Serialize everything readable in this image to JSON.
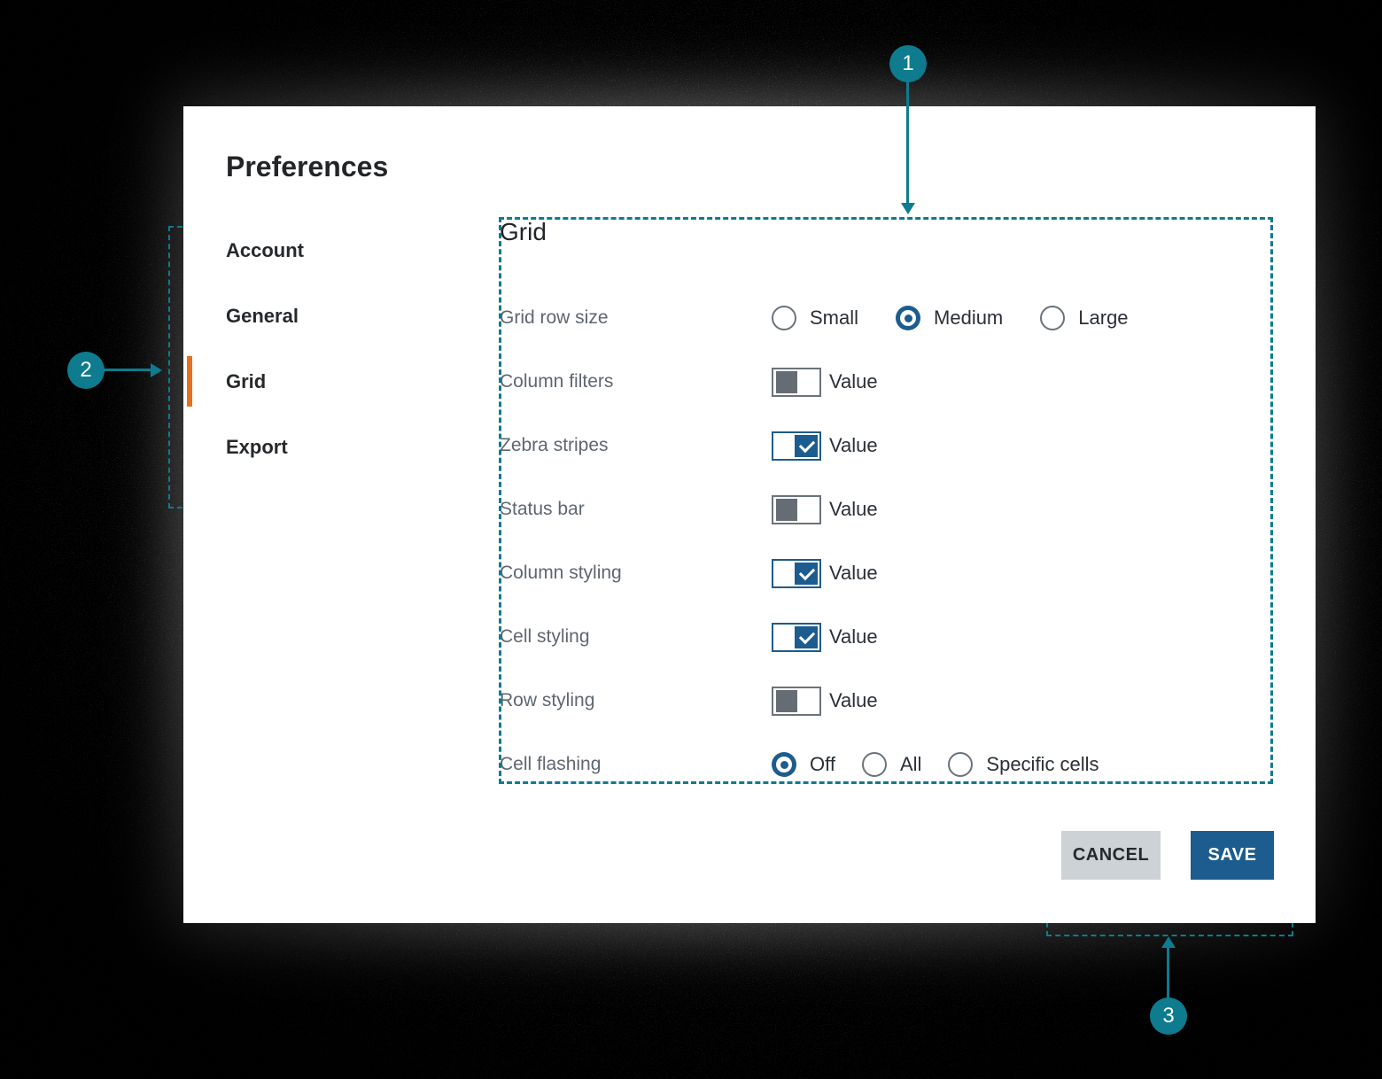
{
  "dialog": {
    "title": "Preferences",
    "sidebar": {
      "items": [
        {
          "label": "Account",
          "active": false
        },
        {
          "label": "General",
          "active": false
        },
        {
          "label": "Grid",
          "active": true
        },
        {
          "label": "Export",
          "active": false
        }
      ]
    },
    "panel": {
      "heading": "Grid",
      "rows": [
        {
          "label": "Grid row size",
          "type": "radio-group",
          "options": [
            {
              "label": "Small",
              "selected": false
            },
            {
              "label": "Medium",
              "selected": true
            },
            {
              "label": "Large",
              "selected": false
            }
          ]
        },
        {
          "label": "Column filters",
          "type": "toggle",
          "checked": false,
          "value_label": "Value"
        },
        {
          "label": "Zebra stripes",
          "type": "toggle",
          "checked": true,
          "value_label": "Value"
        },
        {
          "label": "Status bar",
          "type": "toggle",
          "checked": false,
          "value_label": "Value"
        },
        {
          "label": "Column styling",
          "type": "toggle",
          "checked": true,
          "value_label": "Value"
        },
        {
          "label": "Cell styling",
          "type": "toggle",
          "checked": true,
          "value_label": "Value"
        },
        {
          "label": "Row styling",
          "type": "toggle",
          "checked": false,
          "value_label": "Value"
        },
        {
          "label": "Cell flashing",
          "type": "radio-group",
          "options": [
            {
              "label": "Off",
              "selected": true
            },
            {
              "label": "All",
              "selected": false
            },
            {
              "label": "Specific cells",
              "selected": false
            }
          ]
        }
      ],
      "buttons": {
        "cancel": "CANCEL",
        "save": "SAVE"
      }
    }
  },
  "annotations": {
    "callouts": [
      {
        "number": "1",
        "target": "grid-settings-region"
      },
      {
        "number": "2",
        "target": "active-nav-item"
      },
      {
        "number": "3",
        "target": "footer-buttons-region"
      }
    ]
  },
  "colors": {
    "annotation_teal": "#0e7b8e",
    "accent_blue": "#1d5c8e",
    "active_indicator_orange": "#e4711f",
    "cancel_button_gray": "#ccd2d6"
  }
}
